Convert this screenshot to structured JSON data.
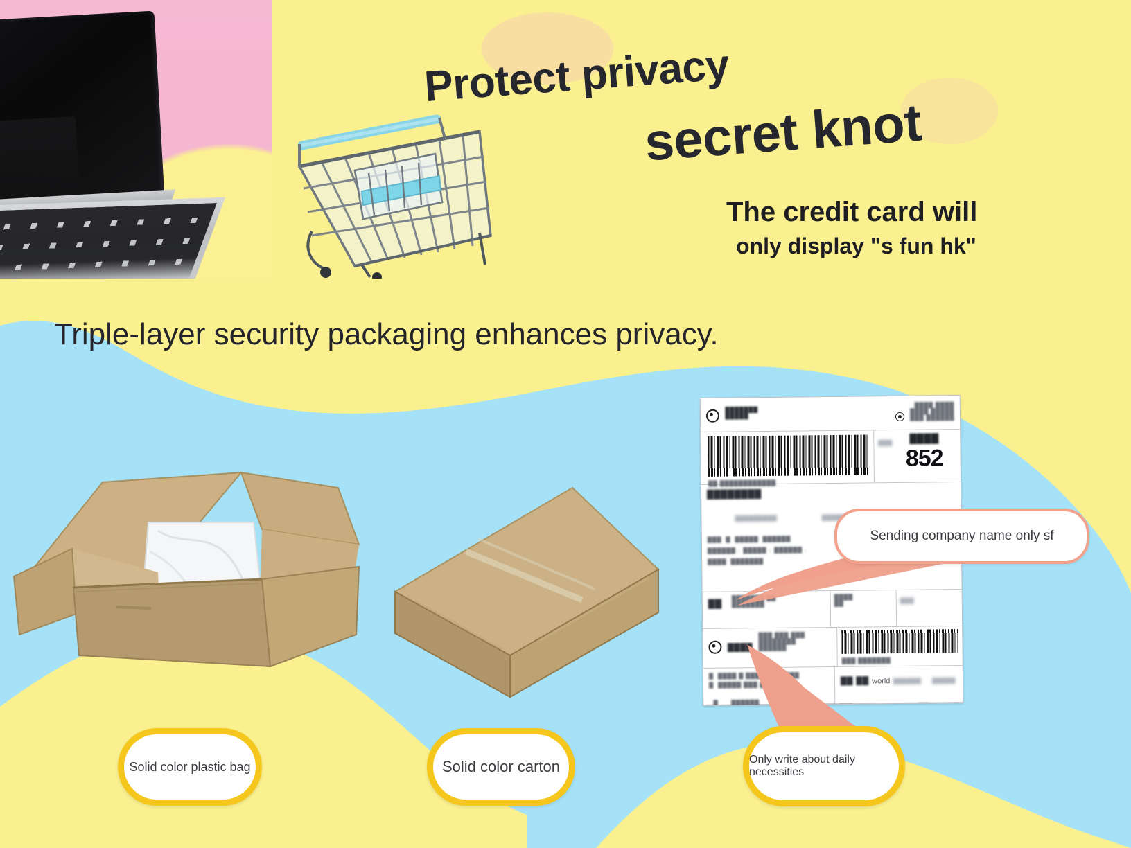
{
  "poster": {
    "headline_line1": "Protect privacy",
    "headline_line2": "secret knot",
    "subhead_line1": "The credit card will",
    "subhead_line2": "only display \"s fun hk\"",
    "tagline": "Triple-layer security packaging enhances privacy."
  },
  "colors": {
    "pink": "#F6B9D2",
    "yellow": "#FAF08F",
    "blue": "#A5E2F8",
    "pill_border": "#F5C71C",
    "callout_border": "#F2A18C",
    "cone": "#F0A18D",
    "text_dark": "#26262E"
  },
  "callout": {
    "text": "Sending company name only sf"
  },
  "pills": [
    {
      "label": "Solid color plastic bag"
    },
    {
      "label": "Solid color carton"
    },
    {
      "label": "Only write about daily necessities"
    }
  ],
  "shipping_label": {
    "tracking_number": "852",
    "tracking_caption": "852",
    "world_text": "world",
    "header_left": "blurred courier logo",
    "header_right": "blurred courier text",
    "redacted_lines": [
      "blurred recipient line",
      "blurred address line",
      "blurred contact line",
      "blurred sender block",
      "blurred service block"
    ]
  },
  "photos": {
    "laptop": "laptop-photo",
    "cart": "shopping-cart-photo",
    "open_box": "open-carton-with-plastic-bag-photo",
    "closed_box": "closed-carton-photo",
    "label": "shipping-label-photo"
  }
}
